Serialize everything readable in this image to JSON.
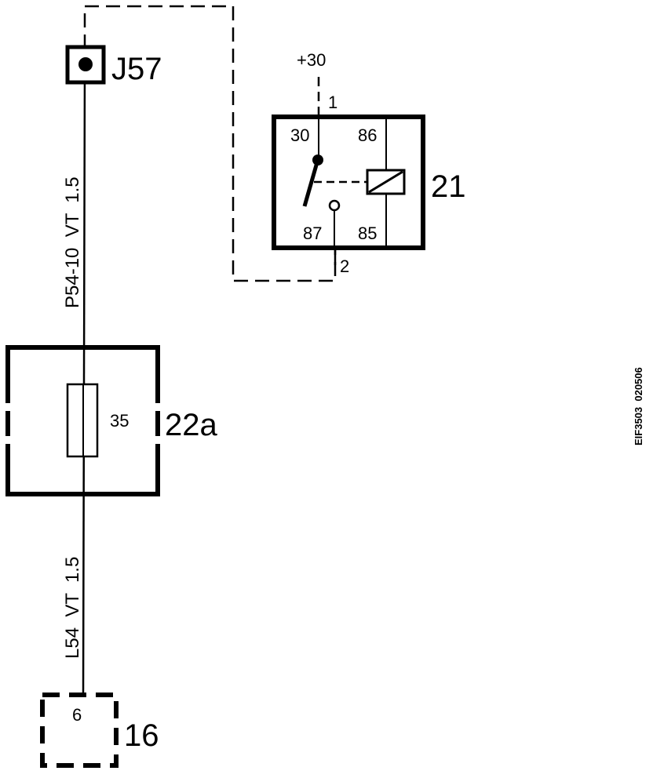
{
  "diagram": {
    "connector_j57": {
      "label": "J57"
    },
    "relay": {
      "label": "21",
      "supply_label": "+30",
      "pin_30": "30",
      "pin_86": "86",
      "pin_87": "87",
      "pin_85": "85",
      "terminal_1": "1",
      "terminal_2": "2"
    },
    "fuse_box": {
      "label": "22a",
      "fuse_value": "35"
    },
    "upper_wire": {
      "label": "P54-10  VT  1.5"
    },
    "lower_wire": {
      "label": "L54  VT  1.5"
    },
    "connector_16": {
      "label": "16",
      "pin": "6"
    },
    "reference": {
      "label": "EIF3503  020506"
    }
  }
}
